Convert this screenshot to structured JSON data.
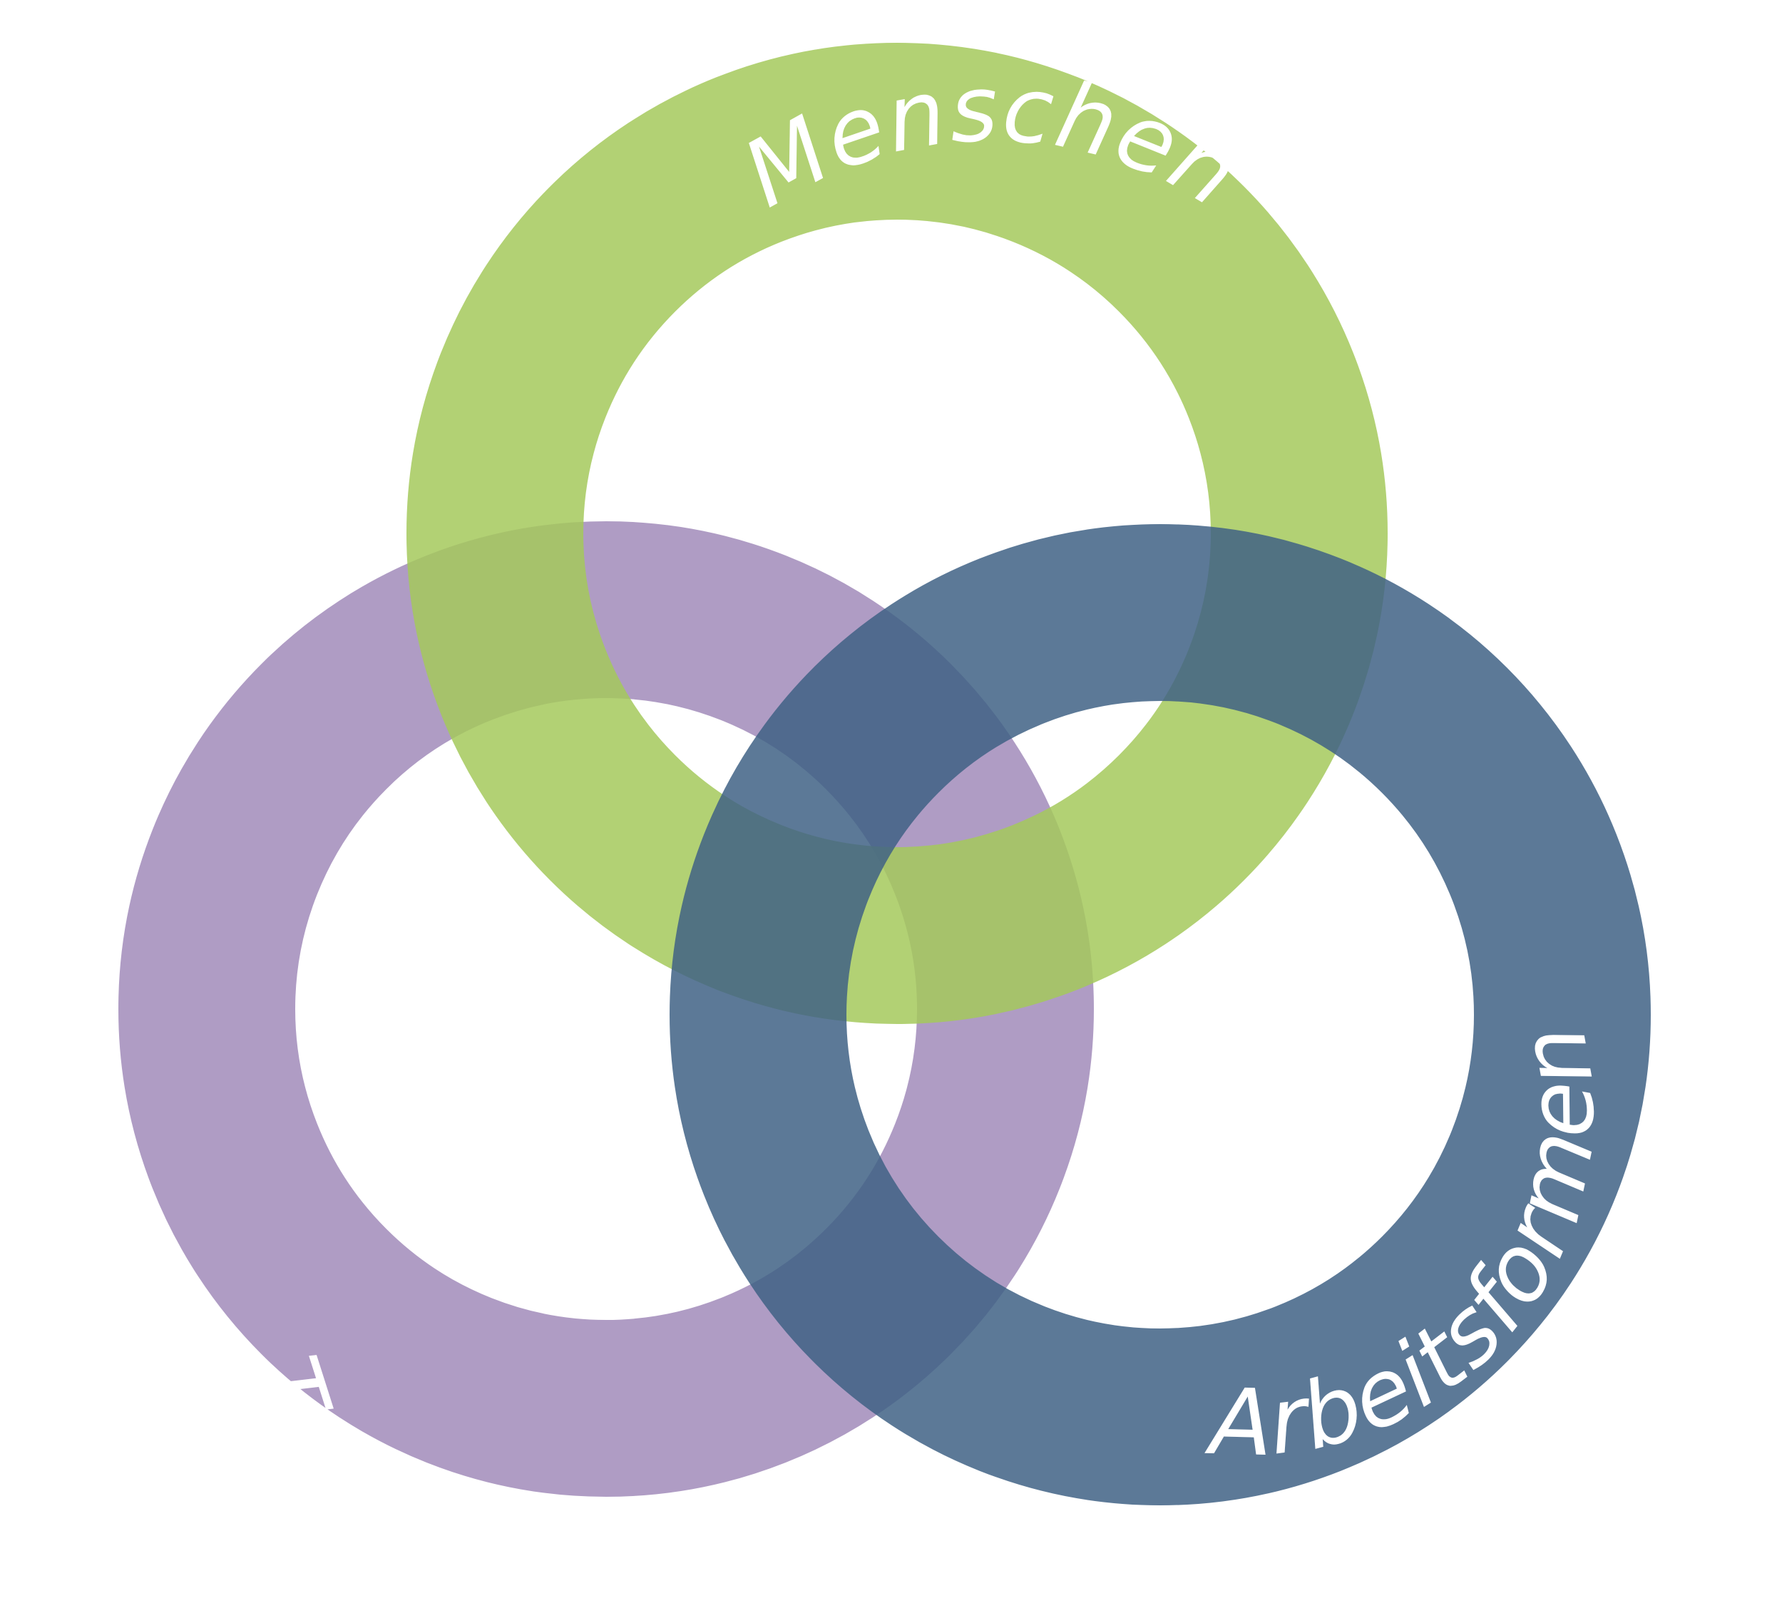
{
  "diagram": {
    "rings": [
      {
        "id": "menschen",
        "label": "Menschen",
        "color": "#a5c95c"
      },
      {
        "id": "technologie",
        "label": "Technologie",
        "color": "#9d86b7"
      },
      {
        "id": "arbeitsformen",
        "label": "Arbeitsformen",
        "color": "#3f6285"
      }
    ]
  }
}
